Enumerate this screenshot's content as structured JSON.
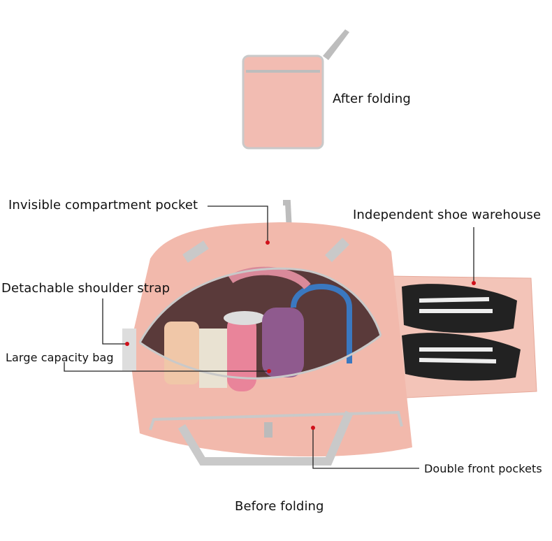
{
  "captions": {
    "after": "After folding",
    "before": "Before folding"
  },
  "callouts": [
    {
      "id": "invisible-pocket",
      "text": "Invisible compartment pocket"
    },
    {
      "id": "shoe-warehouse",
      "text": "Independent shoe warehouse"
    },
    {
      "id": "shoulder-strap",
      "text": "Detachable shoulder strap"
    },
    {
      "id": "large-capacity",
      "text": "Large capacity bag"
    },
    {
      "id": "front-pockets",
      "text": "Double front pockets"
    }
  ],
  "colors": {
    "bag_pink": "#f2b9ac",
    "trim_gray": "#c9c9c9",
    "marker_red": "#d0101a"
  }
}
